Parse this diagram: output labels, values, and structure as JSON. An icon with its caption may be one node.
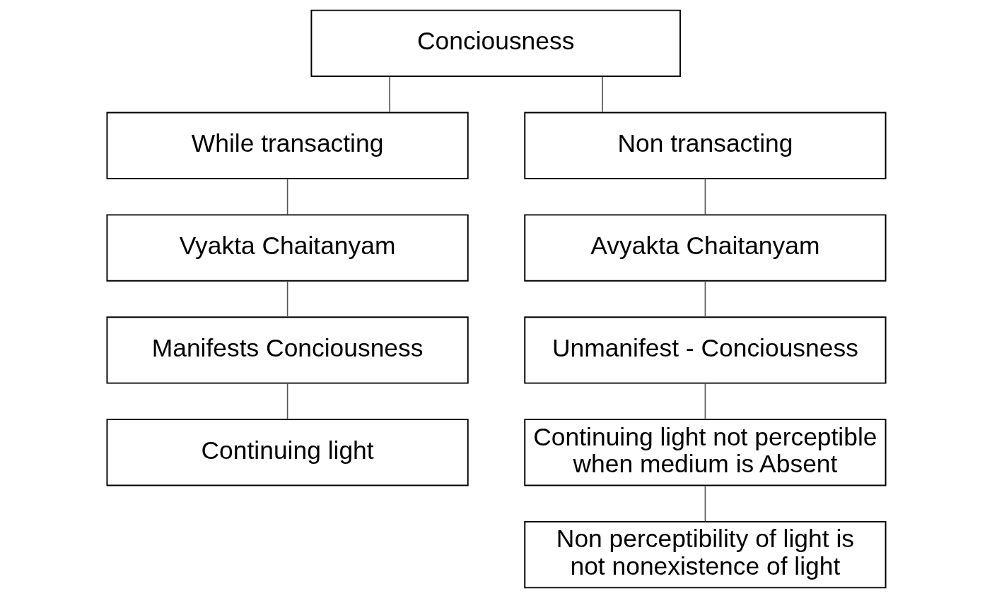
{
  "diagram": {
    "nodes": [
      {
        "text": [
          "Conciousness"
        ]
      },
      {
        "text": [
          "While transacting"
        ]
      },
      {
        "text": [
          "Non transacting"
        ]
      },
      {
        "text": [
          "Vyakta Chaitanyam"
        ]
      },
      {
        "text": [
          "Avyakta Chaitanyam"
        ]
      },
      {
        "text": [
          "Manifests Conciousness"
        ]
      },
      {
        "text": [
          "Unmanifest - Conciousness"
        ]
      },
      {
        "text": [
          "Continuing light"
        ]
      },
      {
        "text": [
          "Continuing light not perceptible when medium is Absent"
        ]
      },
      {
        "text": [
          "Non perceptibility of light is not nonexistence of light"
        ]
      }
    ],
    "edges": [
      {
        "from": 0,
        "to": 1,
        "arrow": "none"
      },
      {
        "from": 0,
        "to": 2,
        "arrow": "none"
      },
      {
        "from": 1,
        "to": 3,
        "arrow": "none"
      },
      {
        "from": 2,
        "to": 4,
        "arrow": "none"
      },
      {
        "from": 3,
        "to": 5,
        "arrow": "none"
      },
      {
        "from": 4,
        "to": 6,
        "arrow": "none"
      },
      {
        "from": 5,
        "to": 7,
        "arrow": "none"
      },
      {
        "from": 6,
        "to": 8,
        "arrow": "none"
      },
      {
        "from": 8,
        "to": 9,
        "arrow": "none"
      }
    ]
  }
}
